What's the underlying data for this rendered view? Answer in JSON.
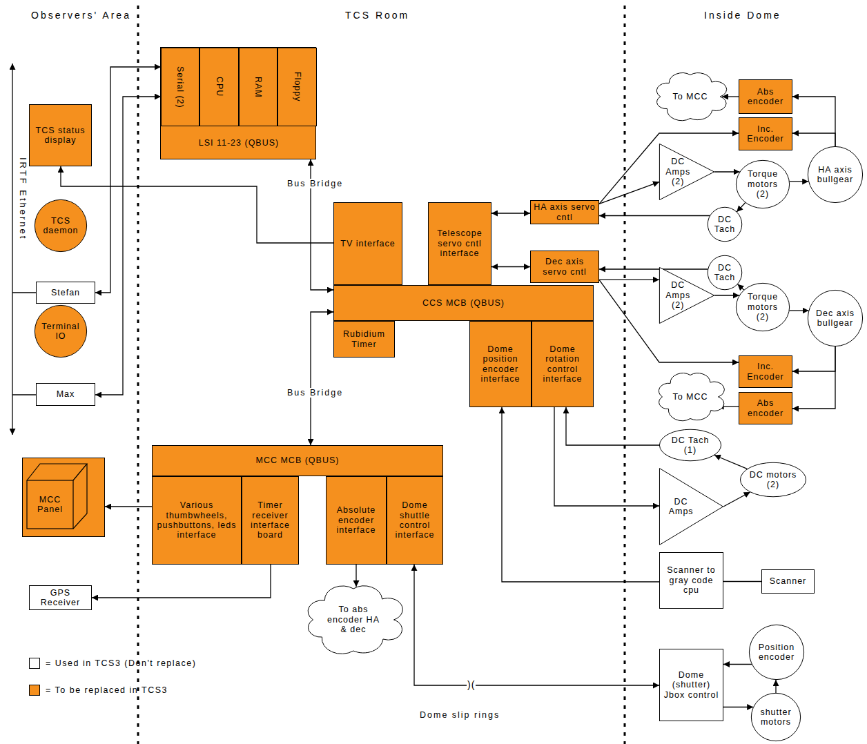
{
  "diagram": {
    "nodes": [
      {
        "text": [
          "LSI 11-23 (QBUS)"
        ]
      },
      {
        "text": [
          "Serial (2)"
        ],
        "in": 0
      },
      {
        "text": [
          "CPU"
        ],
        "in": 0
      },
      {
        "text": [
          "RAM"
        ],
        "in": 0
      },
      {
        "text": [
          "Floppy"
        ],
        "in": 0
      },
      {
        "text": [
          "TCS status display"
        ]
      },
      {
        "text": [
          "TCS daemon"
        ]
      },
      {
        "text": [
          "Stefan"
        ]
      },
      {
        "text": [
          "Terminal IO"
        ]
      },
      {
        "text": [
          "Max"
        ]
      },
      {
        "text": [
          "TV interface"
        ]
      },
      {
        "text": [
          "Telescope servo cntl interface"
        ]
      },
      {
        "text": [
          "CCS MCB (QBUS)"
        ]
      },
      {
        "text": [
          "HA axis servo cntl"
        ]
      },
      {
        "text": [
          "Dec axis servo cntl"
        ]
      },
      {
        "text": [
          "Rubidium Timer"
        ]
      },
      {
        "text": [
          "Dome position encoder interface"
        ]
      },
      {
        "text": [
          "Dome rotation control interface"
        ]
      },
      {
        "text": [
          "MCC MCB (QBUS)"
        ]
      },
      {
        "text": [
          "Various thumbwheels, pushbuttons, leds interface"
        ]
      },
      {
        "text": [
          "Timer receiver interface board"
        ]
      },
      {
        "text": [
          "Absolute encoder interface"
        ]
      },
      {
        "text": [
          "Dome shuttle control interface"
        ]
      },
      {
        "text": [
          "MCC Panel"
        ]
      },
      {
        "text": [
          "GPS Receiver"
        ]
      },
      {
        "text": [
          "To abs encoder HA & dec"
        ]
      },
      {
        "text": [
          "To MCC"
        ]
      },
      {
        "text": [
          "Abs encoder"
        ]
      },
      {
        "text": [
          "Inc. Encoder"
        ]
      },
      {
        "text": [
          "DC Amps (2)"
        ]
      },
      {
        "text": [
          "Torque motors (2)"
        ]
      },
      {
        "text": [
          "HA axis bullgear"
        ]
      },
      {
        "text": [
          "DC Tach"
        ]
      },
      {
        "text": [
          "DC Tach"
        ]
      },
      {
        "text": [
          "DC Amps (2)"
        ]
      },
      {
        "text": [
          "Torque motors (2)"
        ]
      },
      {
        "text": [
          "Dec axis bullgear"
        ]
      },
      {
        "text": [
          "Inc. Encoder"
        ]
      },
      {
        "text": [
          "To MCC"
        ]
      },
      {
        "text": [
          "Abs encoder"
        ]
      },
      {
        "text": [
          "DC Tach (1)"
        ]
      },
      {
        "text": [
          "DC motors (2)"
        ]
      },
      {
        "text": [
          "DC Amps"
        ]
      },
      {
        "text": [
          "Scanner to gray code cpu"
        ]
      },
      {
        "text": [
          "Scanner"
        ]
      },
      {
        "text": [
          "Dome (shutter) Jbox control"
        ]
      },
      {
        "text": [
          "Position encoder"
        ]
      },
      {
        "text": [
          "shutter motors"
        ]
      }
    ],
    "edges": [
      {
        "from": 7,
        "to": 1,
        "arrow": "both"
      },
      {
        "from": 9,
        "to": 1,
        "arrow": "both"
      },
      {
        "from": 10,
        "to": 5,
        "arrow": "to"
      },
      {
        "from": 0,
        "to": 12,
        "arrow": "both",
        "label": "Bus Bridge"
      },
      {
        "from": 12,
        "to": 18,
        "arrow": "both",
        "label": "Bus Bridge"
      },
      {
        "from": 11,
        "to": 13,
        "arrow": "both"
      },
      {
        "from": 11,
        "to": 14,
        "arrow": "both"
      },
      {
        "from": 13,
        "to": 28,
        "arrow": "to"
      },
      {
        "from": 13,
        "to": 29,
        "arrow": "to"
      },
      {
        "from": 29,
        "to": 30,
        "arrow": "to"
      },
      {
        "from": 30,
        "to": 31,
        "arrow": "to"
      },
      {
        "from": 31,
        "to": 27,
        "arrow": "to"
      },
      {
        "from": 31,
        "to": 28,
        "arrow": "to"
      },
      {
        "from": 27,
        "to": 26,
        "arrow": "to"
      },
      {
        "from": 30,
        "to": 32,
        "arrow": "to"
      },
      {
        "from": 32,
        "to": 13,
        "arrow": "to"
      },
      {
        "from": 33,
        "to": 14,
        "arrow": "to"
      },
      {
        "from": 35,
        "to": 33,
        "arrow": "to"
      },
      {
        "from": 14,
        "to": 34,
        "arrow": "to"
      },
      {
        "from": 14,
        "to": 37,
        "arrow": "to"
      },
      {
        "from": 34,
        "to": 35,
        "arrow": "to"
      },
      {
        "from": 35,
        "to": 36,
        "arrow": "to"
      },
      {
        "from": 36,
        "to": 37,
        "arrow": "to"
      },
      {
        "from": 36,
        "to": 39,
        "arrow": "to"
      },
      {
        "from": 39,
        "to": 38,
        "arrow": "to"
      },
      {
        "from": 17,
        "to": 42,
        "arrow": "to"
      },
      {
        "from": 42,
        "to": 41,
        "arrow": "to"
      },
      {
        "from": 41,
        "to": 40,
        "arrow": "to"
      },
      {
        "from": 40,
        "to": 17,
        "arrow": "to"
      },
      {
        "from": 44,
        "to": 43,
        "arrow": "none"
      },
      {
        "from": 43,
        "to": 16,
        "arrow": "to"
      },
      {
        "from": 21,
        "to": 25,
        "arrow": "to"
      },
      {
        "from": 22,
        "to": 45,
        "arrow": "both",
        "label": "Dome slip rings"
      },
      {
        "from": 45,
        "to": 47,
        "arrow": "to"
      },
      {
        "from": 47,
        "to": 46,
        "arrow": "to"
      },
      {
        "from": 46,
        "to": 45,
        "arrow": "to"
      },
      {
        "from": 19,
        "to": 23,
        "arrow": "to"
      },
      {
        "from": 20,
        "to": 24,
        "arrow": "to"
      }
    ],
    "labels": [
      "Observers' Area",
      "TCS Room",
      "Inside Dome",
      "IRTF Ethernet",
      ")("
    ],
    "legend": [
      {
        "text": "= Used in TCS3 (Don't replace)",
        "color": "#ffffff"
      },
      {
        "text": "= To be replaced in TCS3",
        "color": "#f5901e"
      }
    ]
  }
}
